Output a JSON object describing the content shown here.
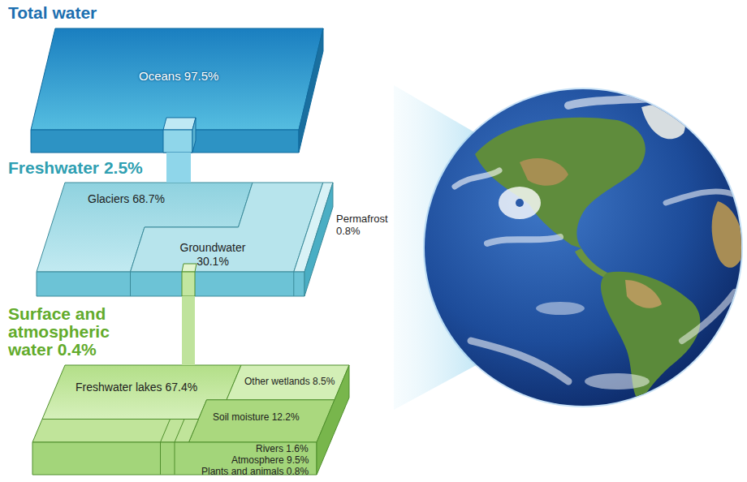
{
  "diagram": {
    "nodes": [
      {
        "text": [
          "Total water",
          "Oceans 97.5%"
        ]
      },
      {
        "text": [
          "Freshwater 2.5%"
        ]
      },
      {
        "text": [
          "Glaciers 68.7%"
        ],
        "in": 1
      },
      {
        "text": [
          "Groundwater 30.1%"
        ],
        "in": 1
      },
      {
        "text": [
          "Surface and atmospheric water 0.4%"
        ]
      },
      {
        "text": [
          "Freshwater lakes 67.4%"
        ],
        "in": 4
      },
      {
        "text": [
          "Other wetlands 8.5%"
        ],
        "in": 4
      }
    ],
    "edges": [
      {
        "from": 0,
        "to": 1,
        "arrow": "none"
      },
      {
        "from": 1,
        "to": 4,
        "arrow": "none"
      }
    ],
    "labels": [
      "Permafrost 0.8%",
      "Soil moisture 12.2%",
      "Rivers 1.6%",
      "Atmosphere 9.5%",
      "Plants and animals 0.8%"
    ]
  }
}
